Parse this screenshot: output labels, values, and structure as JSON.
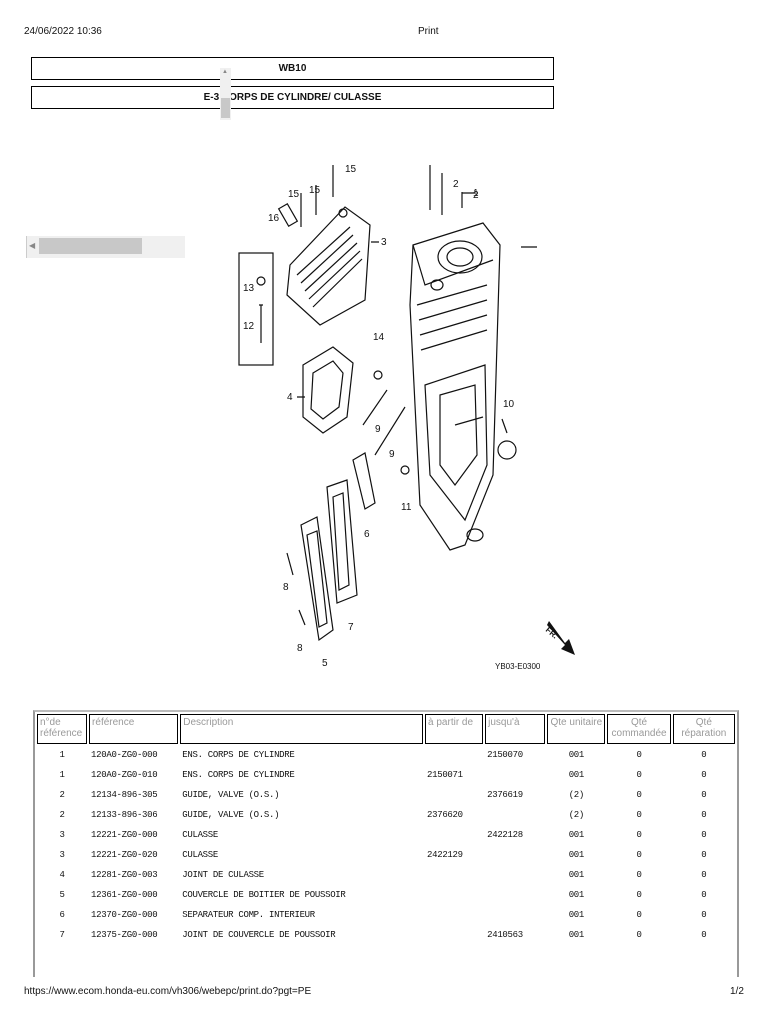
{
  "header": {
    "date": "24/06/2022 10:36",
    "print_label": "Print"
  },
  "titles": {
    "model": "WB10",
    "section": "E-3 CORPS DE CYLINDRE/ CULASSE"
  },
  "diagram": {
    "code": "YB03-E0300",
    "fr_label": "FR.",
    "callouts": [
      "1",
      "2",
      "2",
      "3",
      "4",
      "5",
      "6",
      "7",
      "8",
      "8",
      "9",
      "9",
      "10",
      "11",
      "12",
      "13",
      "14",
      "15",
      "15",
      "15",
      "16"
    ]
  },
  "table": {
    "headers": [
      "n°de référence",
      "référence",
      "Description",
      "à partir de",
      "jusqu'à",
      "Qte unitaire",
      "Qté commandée",
      "Qté réparation"
    ],
    "rows": [
      [
        "1",
        "120A0-ZG0-000",
        "ENS. CORPS DE CYLINDRE",
        "",
        "2150070",
        "001",
        "0",
        "0"
      ],
      [
        "1",
        "120A0-ZG0-010",
        "ENS. CORPS DE CYLINDRE",
        "2150071",
        "",
        "001",
        "0",
        "0"
      ],
      [
        "2",
        "12134-896-305",
        "GUIDE, VALVE (O.S.)",
        "",
        "2376619",
        "(2)",
        "0",
        "0"
      ],
      [
        "2",
        "12133-896-306",
        "GUIDE, VALVE (O.S.)",
        "2376620",
        "",
        "(2)",
        "0",
        "0"
      ],
      [
        "3",
        "12221-ZG0-000",
        "CULASSE",
        "",
        "2422128",
        "001",
        "0",
        "0"
      ],
      [
        "3",
        "12221-ZG0-020",
        "CULASSE",
        "2422129",
        "",
        "001",
        "0",
        "0"
      ],
      [
        "4",
        "12281-ZG0-003",
        "JOINT DE CULASSE",
        "",
        "",
        "001",
        "0",
        "0"
      ],
      [
        "5",
        "12361-ZG0-000",
        "COUVERCLE DE BOITIER DE POUSSOIR",
        "",
        "",
        "001",
        "0",
        "0"
      ],
      [
        "6",
        "12370-ZG0-000",
        "SEPARATEUR COMP. INTERIEUR",
        "",
        "",
        "001",
        "0",
        "0"
      ],
      [
        "7",
        "12375-ZG0-000",
        "JOINT DE COUVERCLE DE POUSSOIR",
        "",
        "2410563",
        "001",
        "0",
        "0"
      ]
    ]
  },
  "footer": {
    "url": "https://www.ecom.honda-eu.com/vh306/webepc/print.do?pgt=PE",
    "page": "1/2"
  }
}
